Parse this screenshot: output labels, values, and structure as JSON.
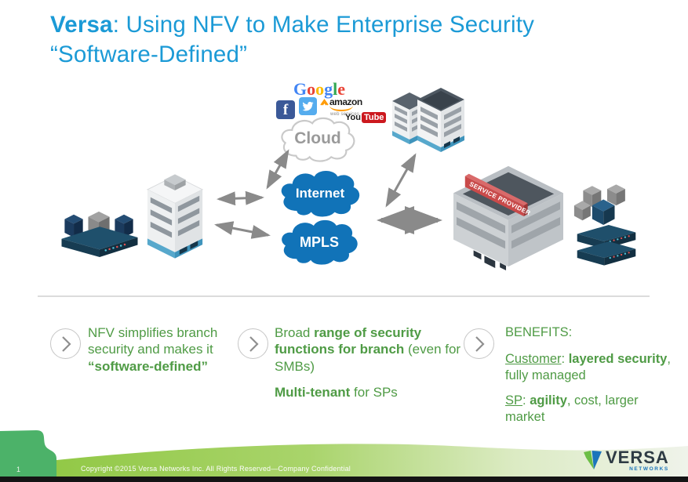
{
  "colors": {
    "title_blue": "#1b9ad6",
    "network_cloud_blue": "#1173b8",
    "green_text": "#4f9b45",
    "banner_red": "#c94a4a",
    "footer_green_band": "#8dc63f",
    "footer_green_blob": "#4cb269",
    "arrow_gray": "#8a8a8a"
  },
  "slide": {
    "title_versa": "Versa",
    "title_rest": ": Using NFV to Make Enterprise Security “Software-Defined”"
  },
  "diagram": {
    "cloud_label": "Cloud",
    "internet_label": "Internet",
    "mpls_label": "MPLS",
    "service_provider_banner": "SERVICE PROVIDER",
    "logos": {
      "google_letters": [
        "G",
        "o",
        "o",
        "g",
        "l",
        "e"
      ],
      "facebook": "f",
      "amazon": "amazon",
      "amazon_sub": "web services",
      "youtube_you": "You",
      "youtube_tube": "Tube"
    }
  },
  "bullets": {
    "b1": {
      "seg_plain": "NFV simplifies branch security and makes it ",
      "seg_bold": "“software-defined”"
    },
    "b2": {
      "seg1": "Broad ",
      "seg2": "range of security functions for branch",
      "seg3": " (even for SMBs)",
      "seg4": "Multi-tenant",
      "seg5": " for SPs"
    },
    "b3": {
      "heading": "BENEFITS:",
      "seg1": "Customer",
      "seg2": ": ",
      "seg3": "layered security",
      "seg4": ", fully managed",
      "seg5": "SP",
      "seg6": ": ",
      "seg7": "agility",
      "seg8": ", cost, larger market"
    }
  },
  "footer": {
    "page_number": "1",
    "copyright": "Copyright ©2015 Versa Networks Inc. All Rights Reserved—Company Confidential",
    "logo_text": "VERSA",
    "logo_sub": "NETWORKS"
  }
}
